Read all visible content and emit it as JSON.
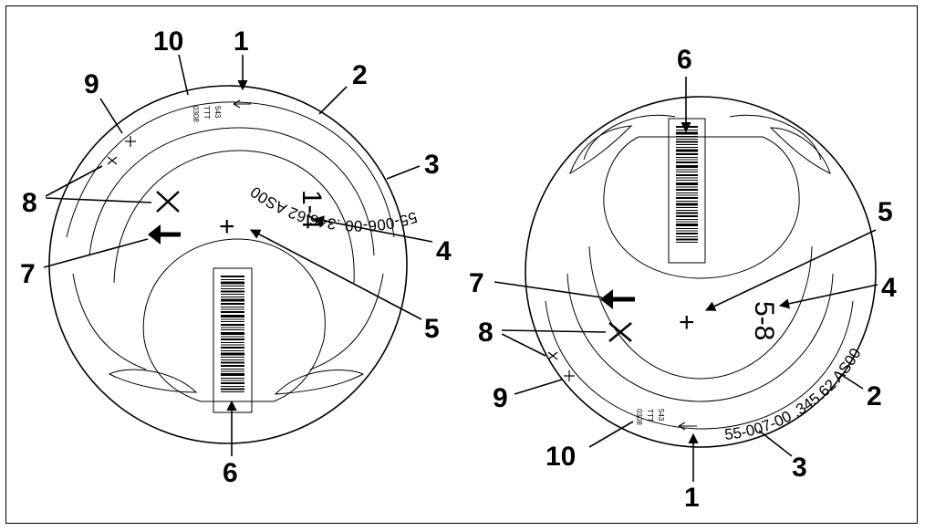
{
  "left_disc": {
    "callouts": [
      "1",
      "2",
      "3",
      "4",
      "5",
      "6",
      "7",
      "8",
      "9",
      "10"
    ],
    "part_number": "55-006-00",
    "suffix": ".346.62 AS00",
    "channel_range": "1-4",
    "code_543": "543",
    "code_ttt": "TTT",
    "code_0308": "0308"
  },
  "right_disc": {
    "callouts": [
      "1",
      "2",
      "3",
      "4",
      "5",
      "6",
      "7",
      "8",
      "9",
      "10"
    ],
    "part_number": "55-007-00",
    "suffix": ".345.62 AS00",
    "channel_range": "5-8",
    "code_543": "543",
    "code_ttt": "TTT",
    "code_0308": "0308"
  }
}
